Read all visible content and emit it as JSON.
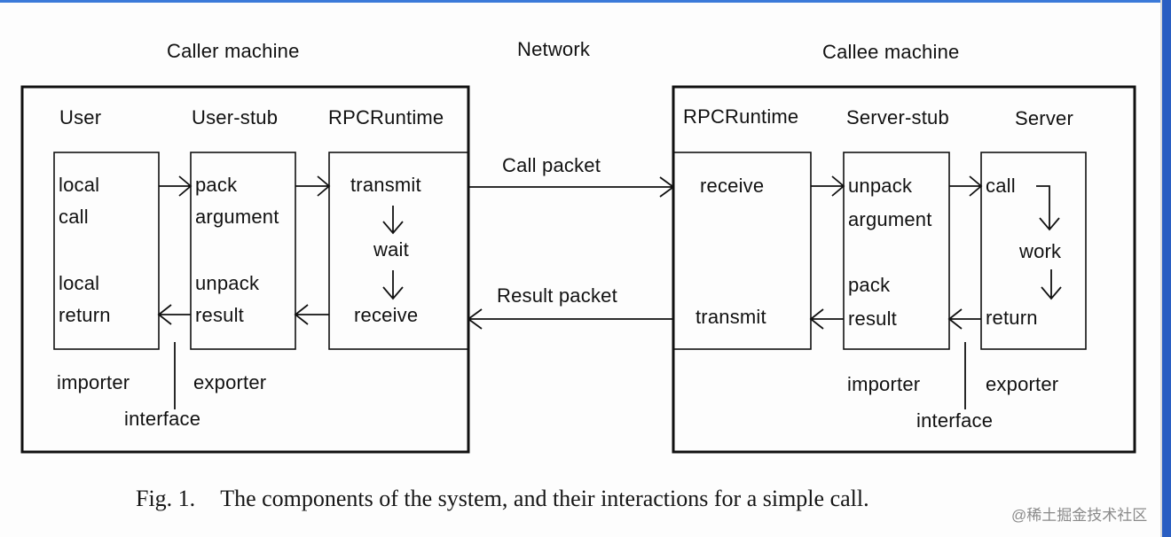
{
  "headers": {
    "caller": "Caller machine",
    "network": "Network",
    "callee": "Callee machine"
  },
  "caller": {
    "user_label": "User",
    "user_stub_label": "User-stub",
    "runtime_label": "RPCRuntime",
    "user_box": {
      "line1": "local",
      "line2": "call",
      "line3": "local",
      "line4": "return"
    },
    "stub_box": {
      "line1": "pack",
      "line2": "argument",
      "line3": "unpack",
      "line4": "result"
    },
    "runtime_box": {
      "transmit": "transmit",
      "wait": "wait",
      "receive": "receive"
    },
    "importer": "importer",
    "exporter": "exporter",
    "interface": "interface"
  },
  "network": {
    "call_packet": "Call packet",
    "result_packet": "Result packet"
  },
  "callee": {
    "runtime_label": "RPCRuntime",
    "server_stub_label": "Server-stub",
    "server_label": "Server",
    "runtime_box": {
      "receive": "receive",
      "transmit": "transmit"
    },
    "stub_box": {
      "line1": "unpack",
      "line2": "argument",
      "line3": "pack",
      "line4": "result"
    },
    "server_box": {
      "call": "call",
      "work": "work",
      "return": "return"
    },
    "importer": "importer",
    "exporter": "exporter",
    "interface": "interface"
  },
  "caption": {
    "fig": "Fig. 1.",
    "text": "The components of the system, and their interactions for a simple call."
  },
  "watermark": "@稀土掘金技术社区"
}
